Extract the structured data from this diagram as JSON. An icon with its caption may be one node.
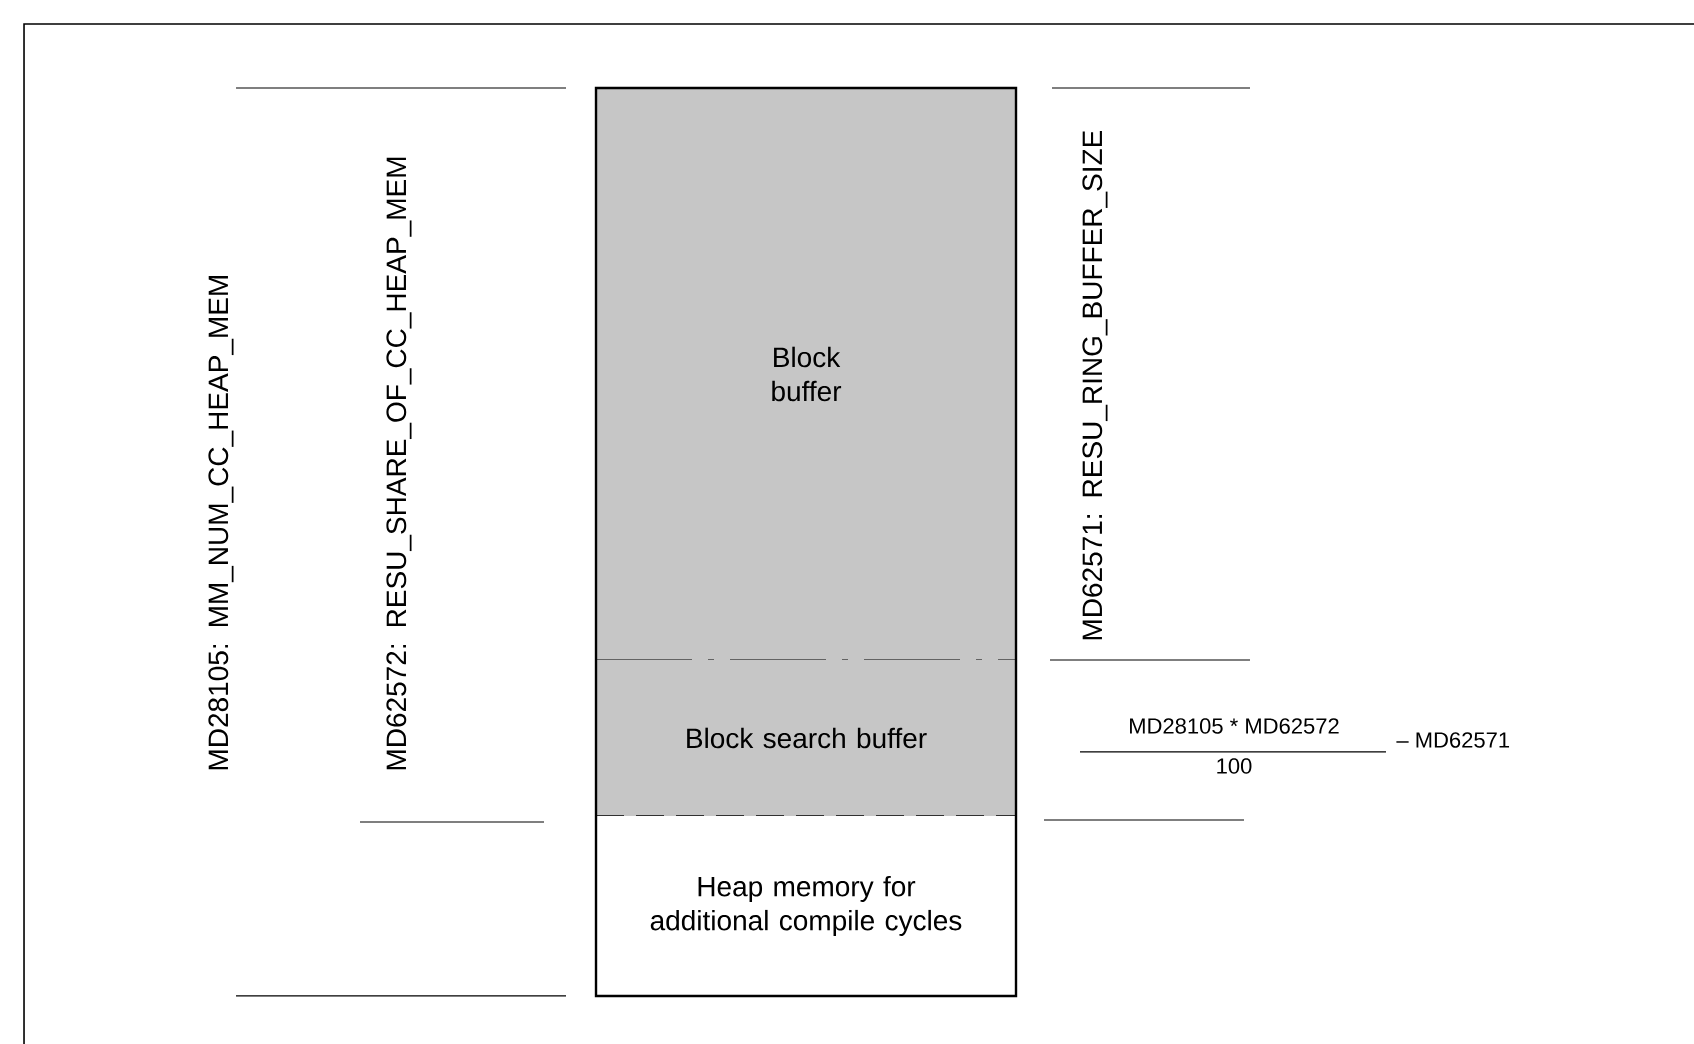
{
  "diagram": {
    "nodes": [
      {
        "text": [
          "Block buffer"
        ]
      },
      {
        "text": [
          "Block search buffer"
        ]
      },
      {
        "text": [
          "Heap memory for additional compile cycles"
        ]
      }
    ],
    "labels": [
      "MD28105: MM_NUM_CC_HEAP_MEM",
      "MD62572: RESU_SHARE_OF_CC_HEAP_MEM",
      "MD62571: RESU_RING_BUFFER_SIZE",
      "MD28105 * MD62572",
      "100",
      "– MD62571"
    ]
  }
}
